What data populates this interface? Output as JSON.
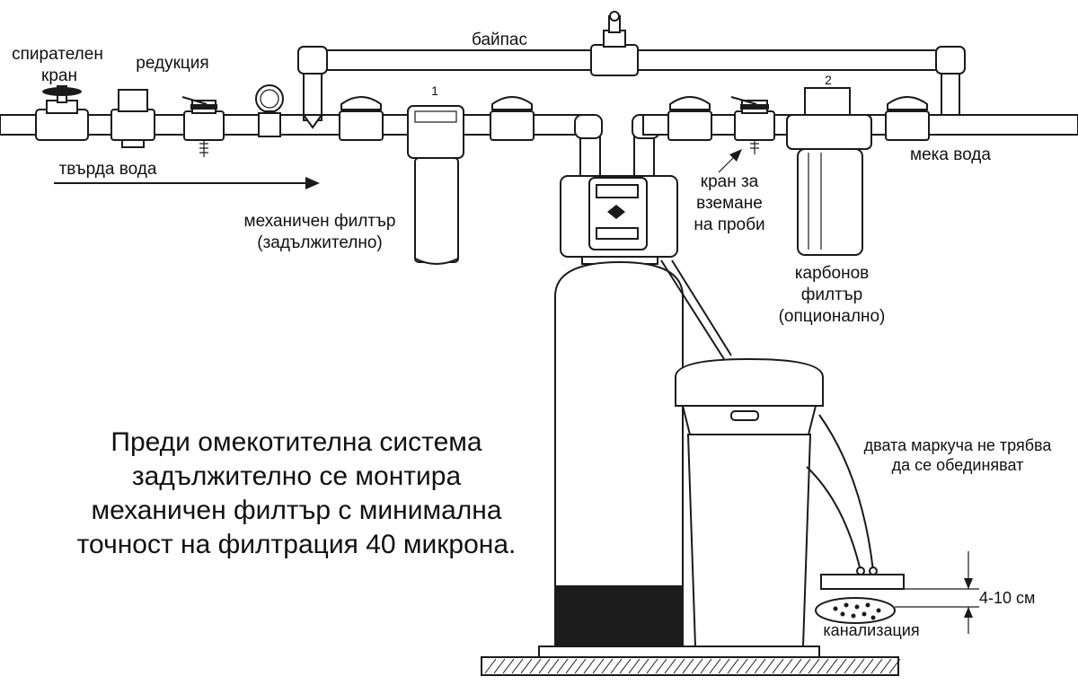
{
  "labels": {
    "shutoff_valve": [
      "спирателен",
      "кран"
    ],
    "reducer": "редукция",
    "hard_water": "твърда вода",
    "bypass": "байпас",
    "filter_number_1": "1",
    "filter_number_2": "2",
    "mechanical_filter": [
      "механичен филтър",
      "(задължително)"
    ],
    "sample_tap": [
      "кран за",
      "вземане",
      "на проби"
    ],
    "soft_water": "мека вода",
    "carbon_filter": [
      "карбонов",
      "филтър",
      "(опционално)"
    ],
    "hoses_note": [
      "двата маркуча не трябва",
      "да се обединяват"
    ],
    "gap": "4-10 см",
    "sewer": "канализация"
  },
  "main_note": [
    "Преди омекотителна система",
    "задължително се монтира",
    "механичен филтър с минимална",
    "точност на филтрация 40 микрона."
  ],
  "colors": {
    "line": "#1a1a1a",
    "media_bed": "#1c1c1c",
    "background": "#ffffff"
  }
}
